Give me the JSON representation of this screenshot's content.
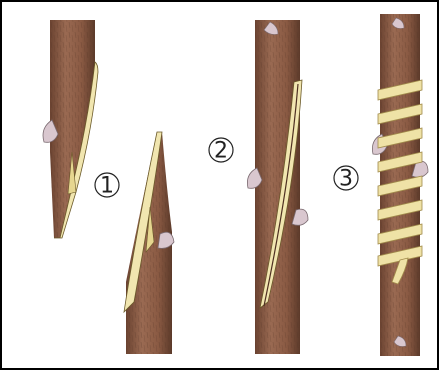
{
  "steps": [
    {
      "label": "1"
    },
    {
      "label": "2"
    },
    {
      "label": "3"
    }
  ],
  "colors": {
    "bark": "#8a5a43",
    "bark_dark": "#5e3b2b",
    "wood": "#f1e6b0",
    "tape": "#efe2a6",
    "bud": "#d9c7cf",
    "frame": "#000000"
  }
}
